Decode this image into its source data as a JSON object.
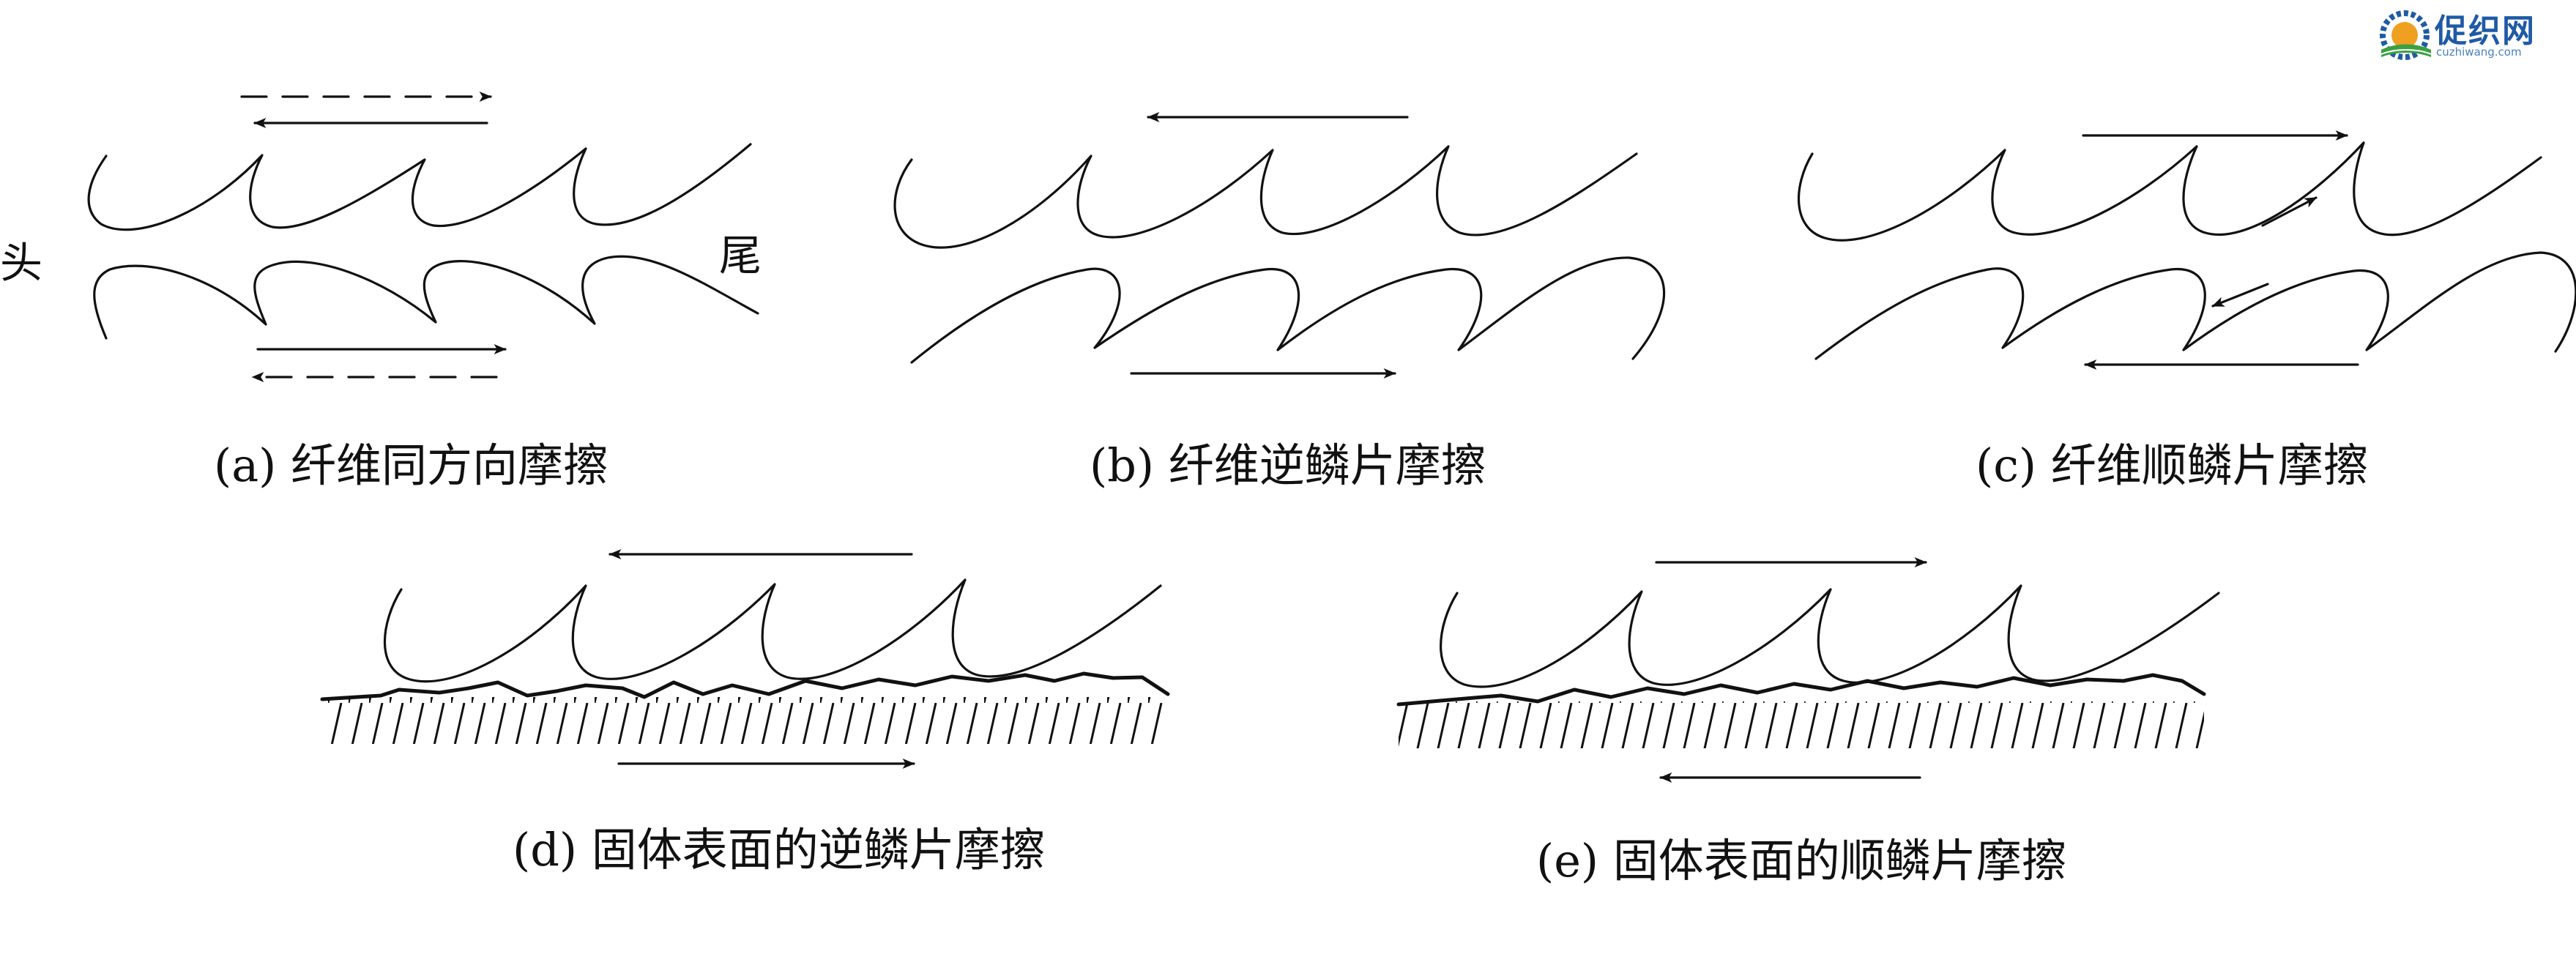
{
  "panels": {
    "a": {
      "caption": "(a) 纤维同方向摩擦",
      "head_label": "头",
      "tail_label": "尾"
    },
    "b": {
      "caption": "(b) 纤维逆鳞片摩擦"
    },
    "c": {
      "caption": "(c) 纤维顺鳞片摩擦"
    },
    "d": {
      "caption": "(d) 固体表面的逆鳞片摩擦"
    },
    "e": {
      "caption": "(e) 固体表面的顺鳞片摩擦"
    }
  },
  "watermark": {
    "text": "促织网",
    "url": "cuzhiwang.com",
    "colors": {
      "blue": "#1f5aa6",
      "orange": "#f0a020",
      "green": "#3aa040"
    }
  },
  "colors": {
    "stroke": "#111111",
    "background": "#ffffff"
  }
}
